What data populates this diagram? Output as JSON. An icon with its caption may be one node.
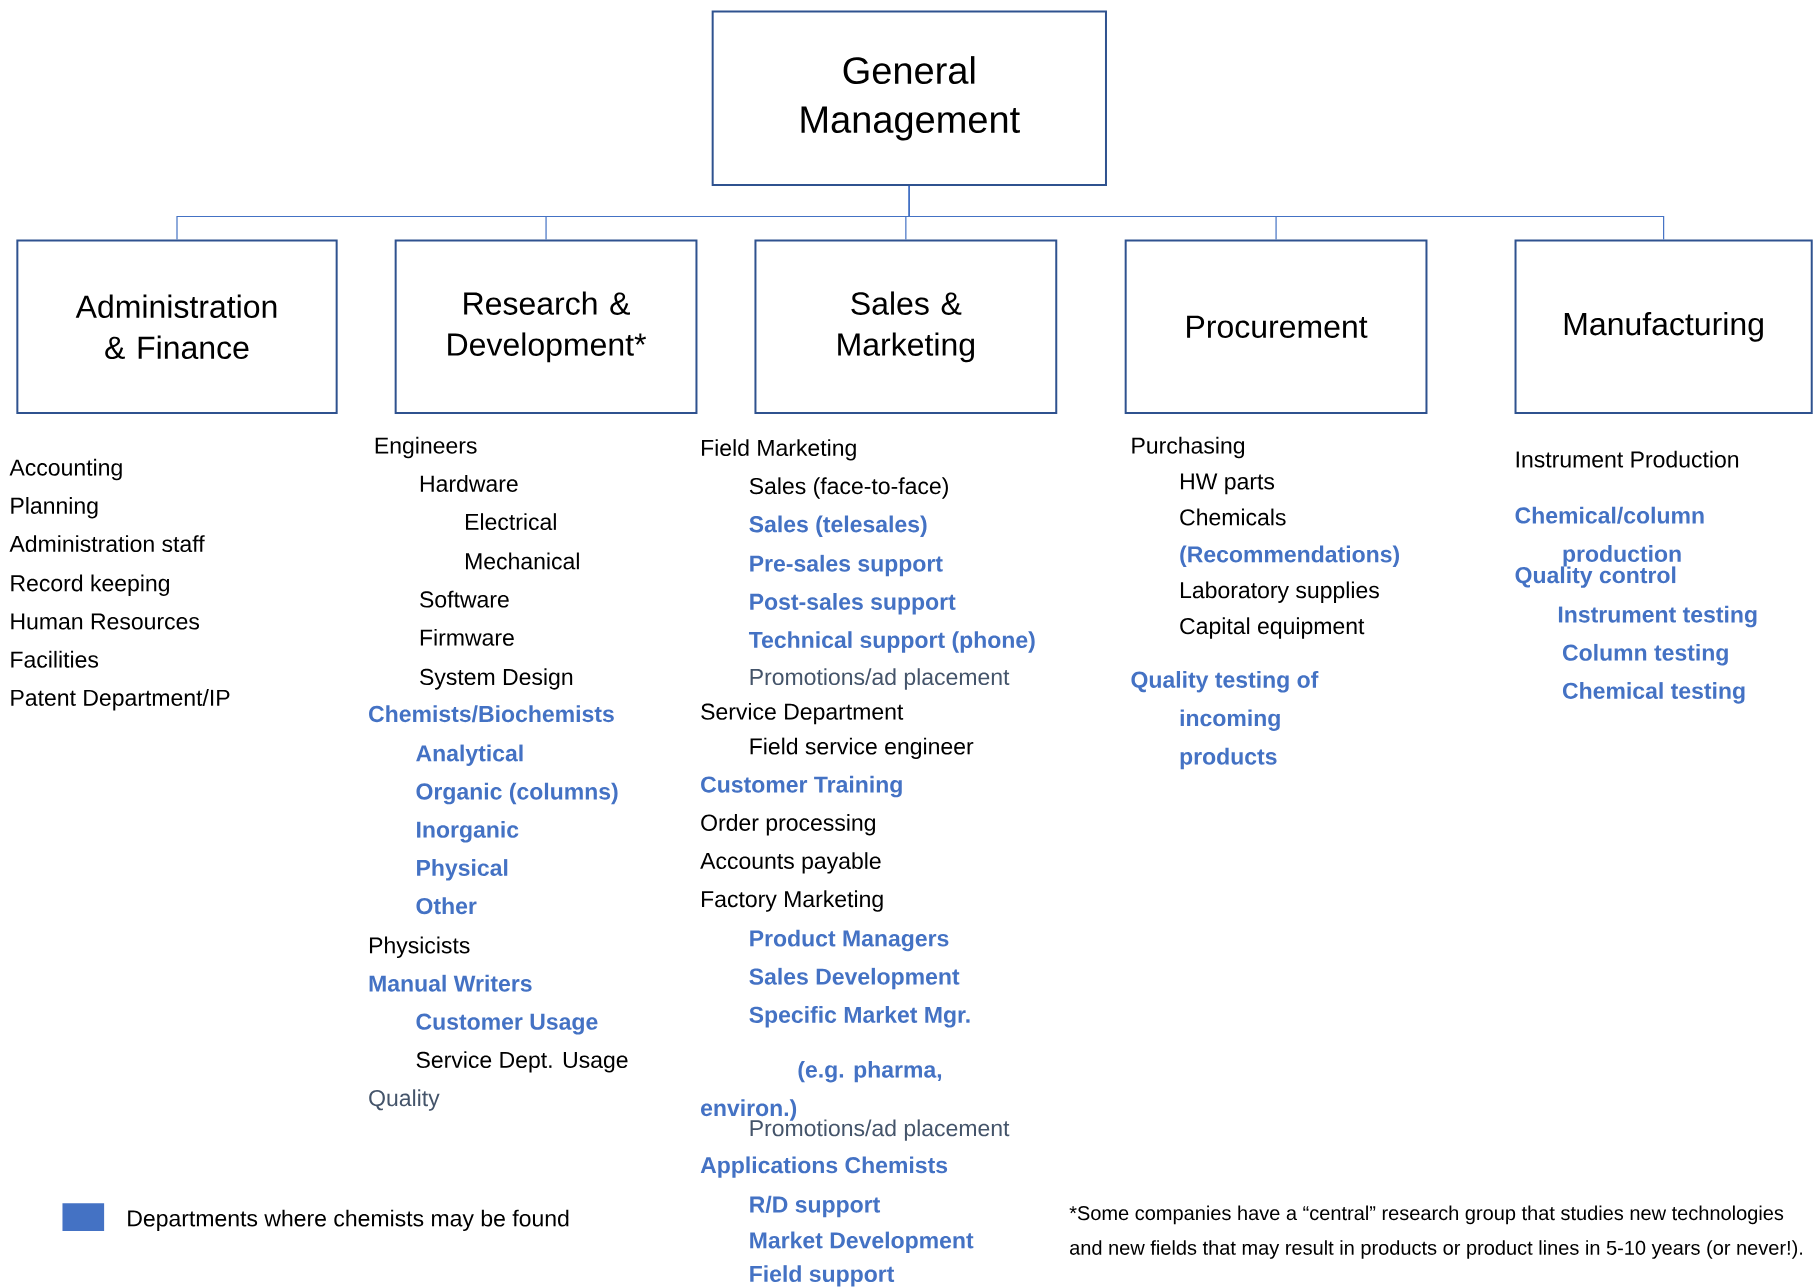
{
  "diagram": {
    "nodes": [
      {
        "text": [
          "General Management"
        ]
      },
      {
        "text": [
          "Administration & Finance"
        ]
      },
      {
        "text": [
          "Research & Development*"
        ]
      },
      {
        "text": [
          "Sales & Marketing"
        ]
      },
      {
        "text": [
          "Procurement"
        ]
      },
      {
        "text": [
          "Manufacturing"
        ]
      }
    ],
    "edges": [
      {
        "from": 0,
        "to": 1,
        "arrow": "none"
      },
      {
        "from": 0,
        "to": 2,
        "arrow": "none"
      },
      {
        "from": 0,
        "to": 3,
        "arrow": "none"
      },
      {
        "from": 0,
        "to": 4,
        "arrow": "none"
      },
      {
        "from": 0,
        "to": 5,
        "arrow": "none"
      }
    ],
    "labels": [
      "Accounting",
      "Planning",
      "Administration staff",
      "Record keeping",
      "Human Resources",
      "Facilities",
      "Patent Department/IP",
      "Engineers",
      "Hardware",
      "Electrical",
      "Mechanical",
      "Software",
      "Firmware",
      "System Design",
      "Chemists/Biochemists",
      "Analytical",
      "Organic (columns)",
      "Inorganic",
      "Physical",
      "Other",
      "Physicists",
      "Manual Writers",
      "Customer Usage",
      "Service Dept. Usage",
      "Quality",
      "Field Marketing",
      "Sales (face-to-face)",
      "Sales (telesales)",
      "Pre-sales support",
      "Post-sales support",
      "Technical support (phone)",
      "Promotions/ad placement",
      "Service Department",
      "Field service engineer",
      "Customer Training",
      "Order processing",
      "Accounts payable",
      "Factory Marketing",
      "Product Managers",
      "Sales Development",
      "Specific Market Mgr.",
      "(e.g. pharma, environ.)",
      "Promotions/ad placement",
      "Applications Chemists",
      "R/D support",
      "Market Development",
      "Field support",
      "Purchasing",
      "HW parts",
      "Chemicals",
      "(Recommendations)",
      "Laboratory supplies",
      "Capital equipment",
      "Quality testing of incoming products",
      "Instrument Production",
      "Chemical/column production",
      "Quality control",
      "Instrument testing",
      "Column testing",
      "Chemical testing",
      "*Some companies have a “central” research group that studies new technologies and new fields that may result in products or product lines in 5-10 years (or never!)."
    ],
    "legend": [
      {
        "text": "Departments where chemists may be found",
        "color": "#4472c4"
      }
    ]
  }
}
